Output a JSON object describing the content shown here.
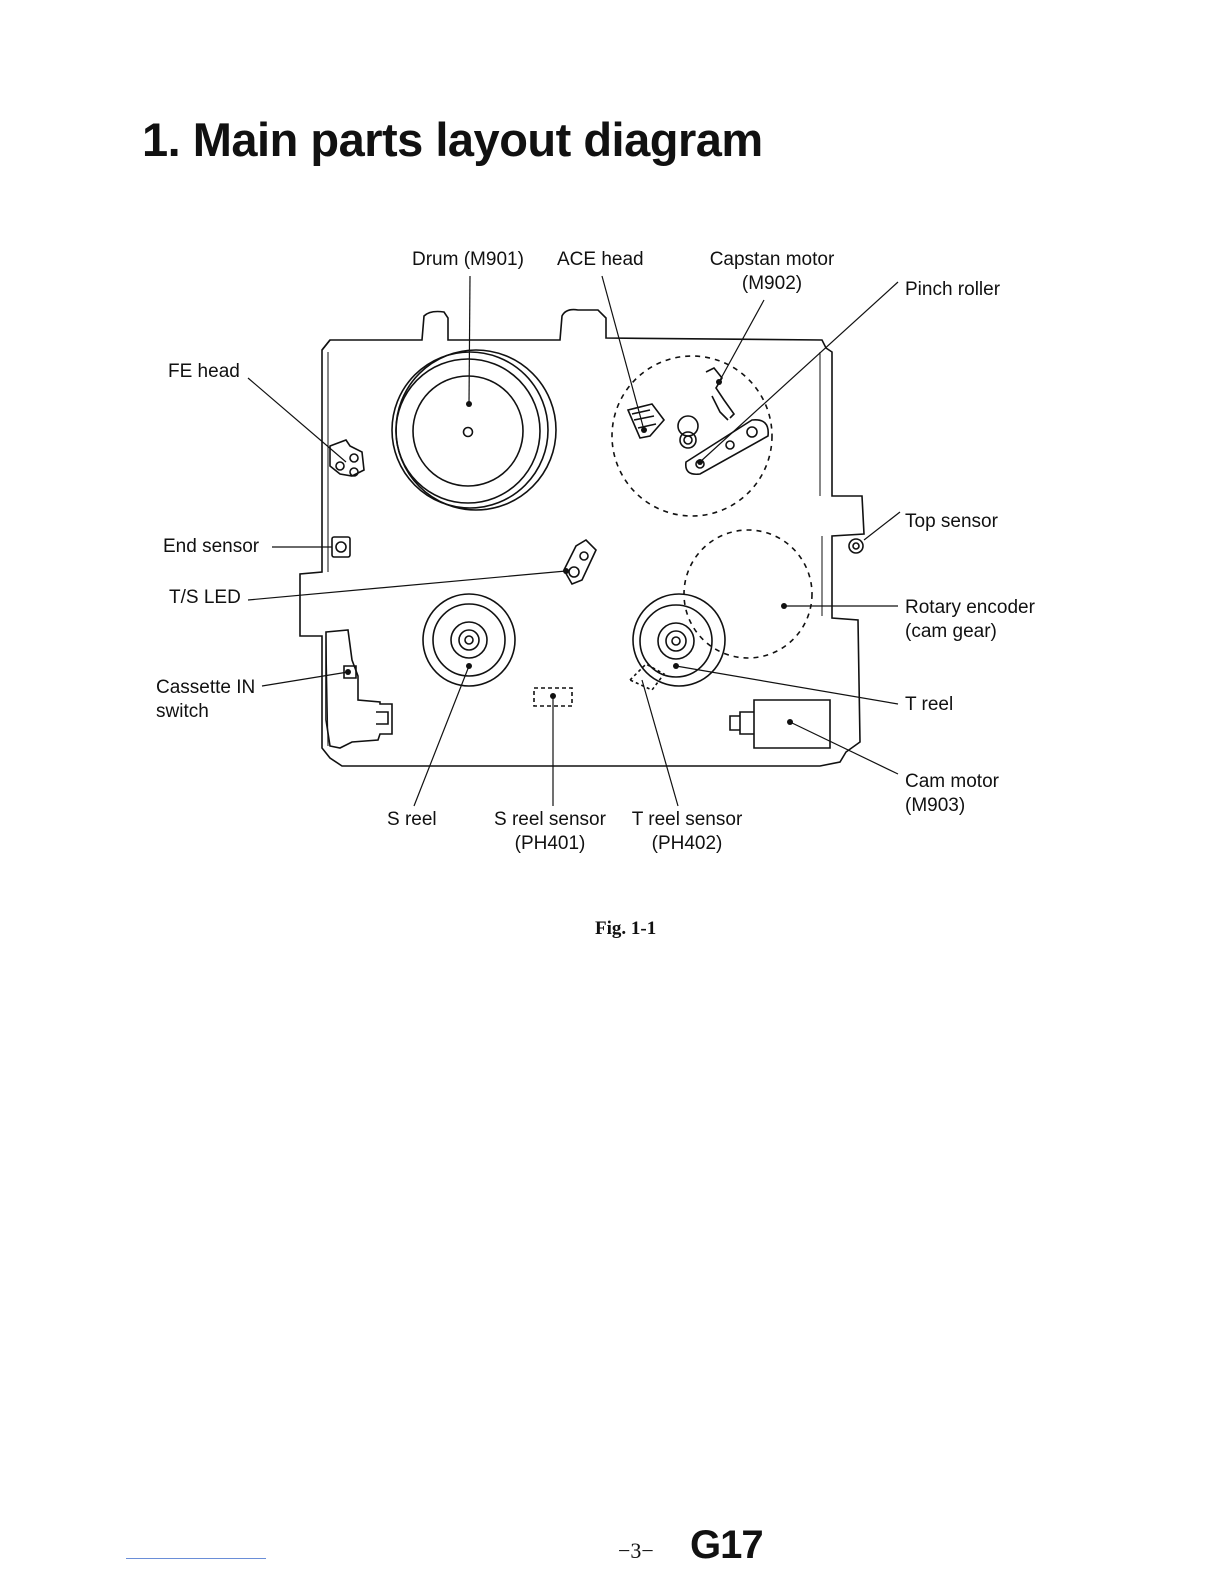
{
  "title": "1. Main parts layout diagram",
  "labels": {
    "drum": "Drum (M901)",
    "ace_head": "ACE head",
    "capstan_motor_1": "Capstan motor",
    "capstan_motor_2": "(M902)",
    "pinch_roller": "Pinch roller",
    "fe_head": "FE head",
    "end_sensor": "End sensor",
    "ts_led": "T/S LED",
    "cassette_in_1": "Cassette IN",
    "cassette_in_2": "switch",
    "top_sensor": "Top sensor",
    "rotary_encoder_1": "Rotary encoder",
    "rotary_encoder_2": "(cam gear)",
    "t_reel": "T reel",
    "cam_motor_1": "Cam motor",
    "cam_motor_2": "(M903)",
    "s_reel": "S reel",
    "s_reel_sensor_1": "S reel sensor",
    "s_reel_sensor_2": "(PH401)",
    "t_reel_sensor_1": "T reel sensor",
    "t_reel_sensor_2": "(PH402)"
  },
  "figure_caption": "Fig. 1-1",
  "page_number": "−3−",
  "page_code": "G17"
}
